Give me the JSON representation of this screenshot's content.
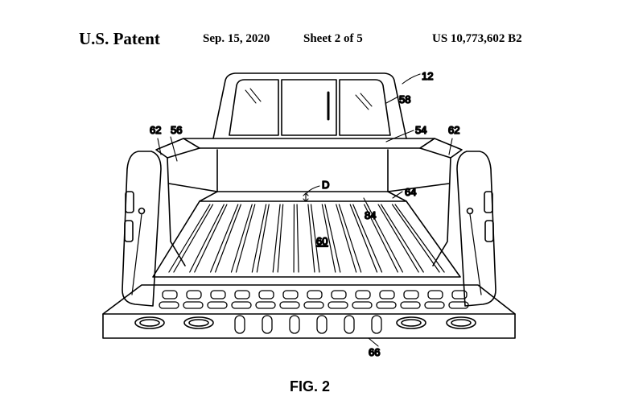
{
  "header": {
    "title": "U.S. Patent",
    "date": "Sep. 15, 2020",
    "sheet": "Sheet 2 of 5",
    "patent_number": "US 10,773,602 B2"
  },
  "figure_label": "FIG. 2",
  "reference_labels": {
    "truck": "12",
    "rear_window": "58",
    "bed_front_wall": "54",
    "left_side_wall": "56",
    "left_rail": "62",
    "right_rail": "62",
    "depth": "D",
    "groove": "64",
    "channel": "84",
    "bed_floor": "60",
    "tailgate": "66"
  },
  "colors": {
    "ink": "#000000",
    "paper": "#ffffff"
  }
}
